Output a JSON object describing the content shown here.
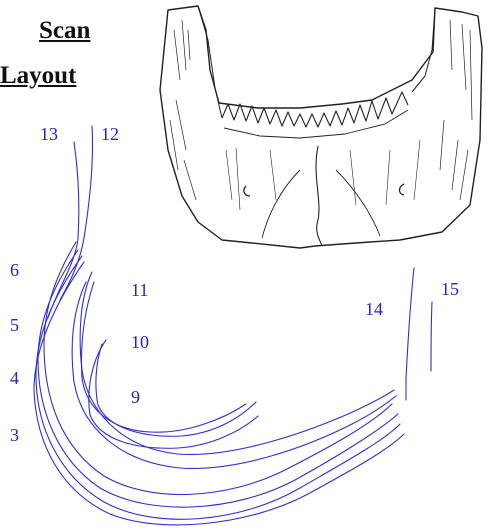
{
  "title": {
    "line1": "Scan",
    "line2": "Layout"
  },
  "colors": {
    "scan_line": "#2f2fd6",
    "label": "#2323c8",
    "bone_stroke": "#222222"
  },
  "illustration": "mandible-icon",
  "labels": {
    "l13": "13",
    "l12": "12",
    "l6": "6",
    "l11": "11",
    "l5": "5",
    "l10": "10",
    "l4": "4",
    "l9": "9",
    "l3": "3",
    "l14": "14",
    "l15": "15"
  }
}
